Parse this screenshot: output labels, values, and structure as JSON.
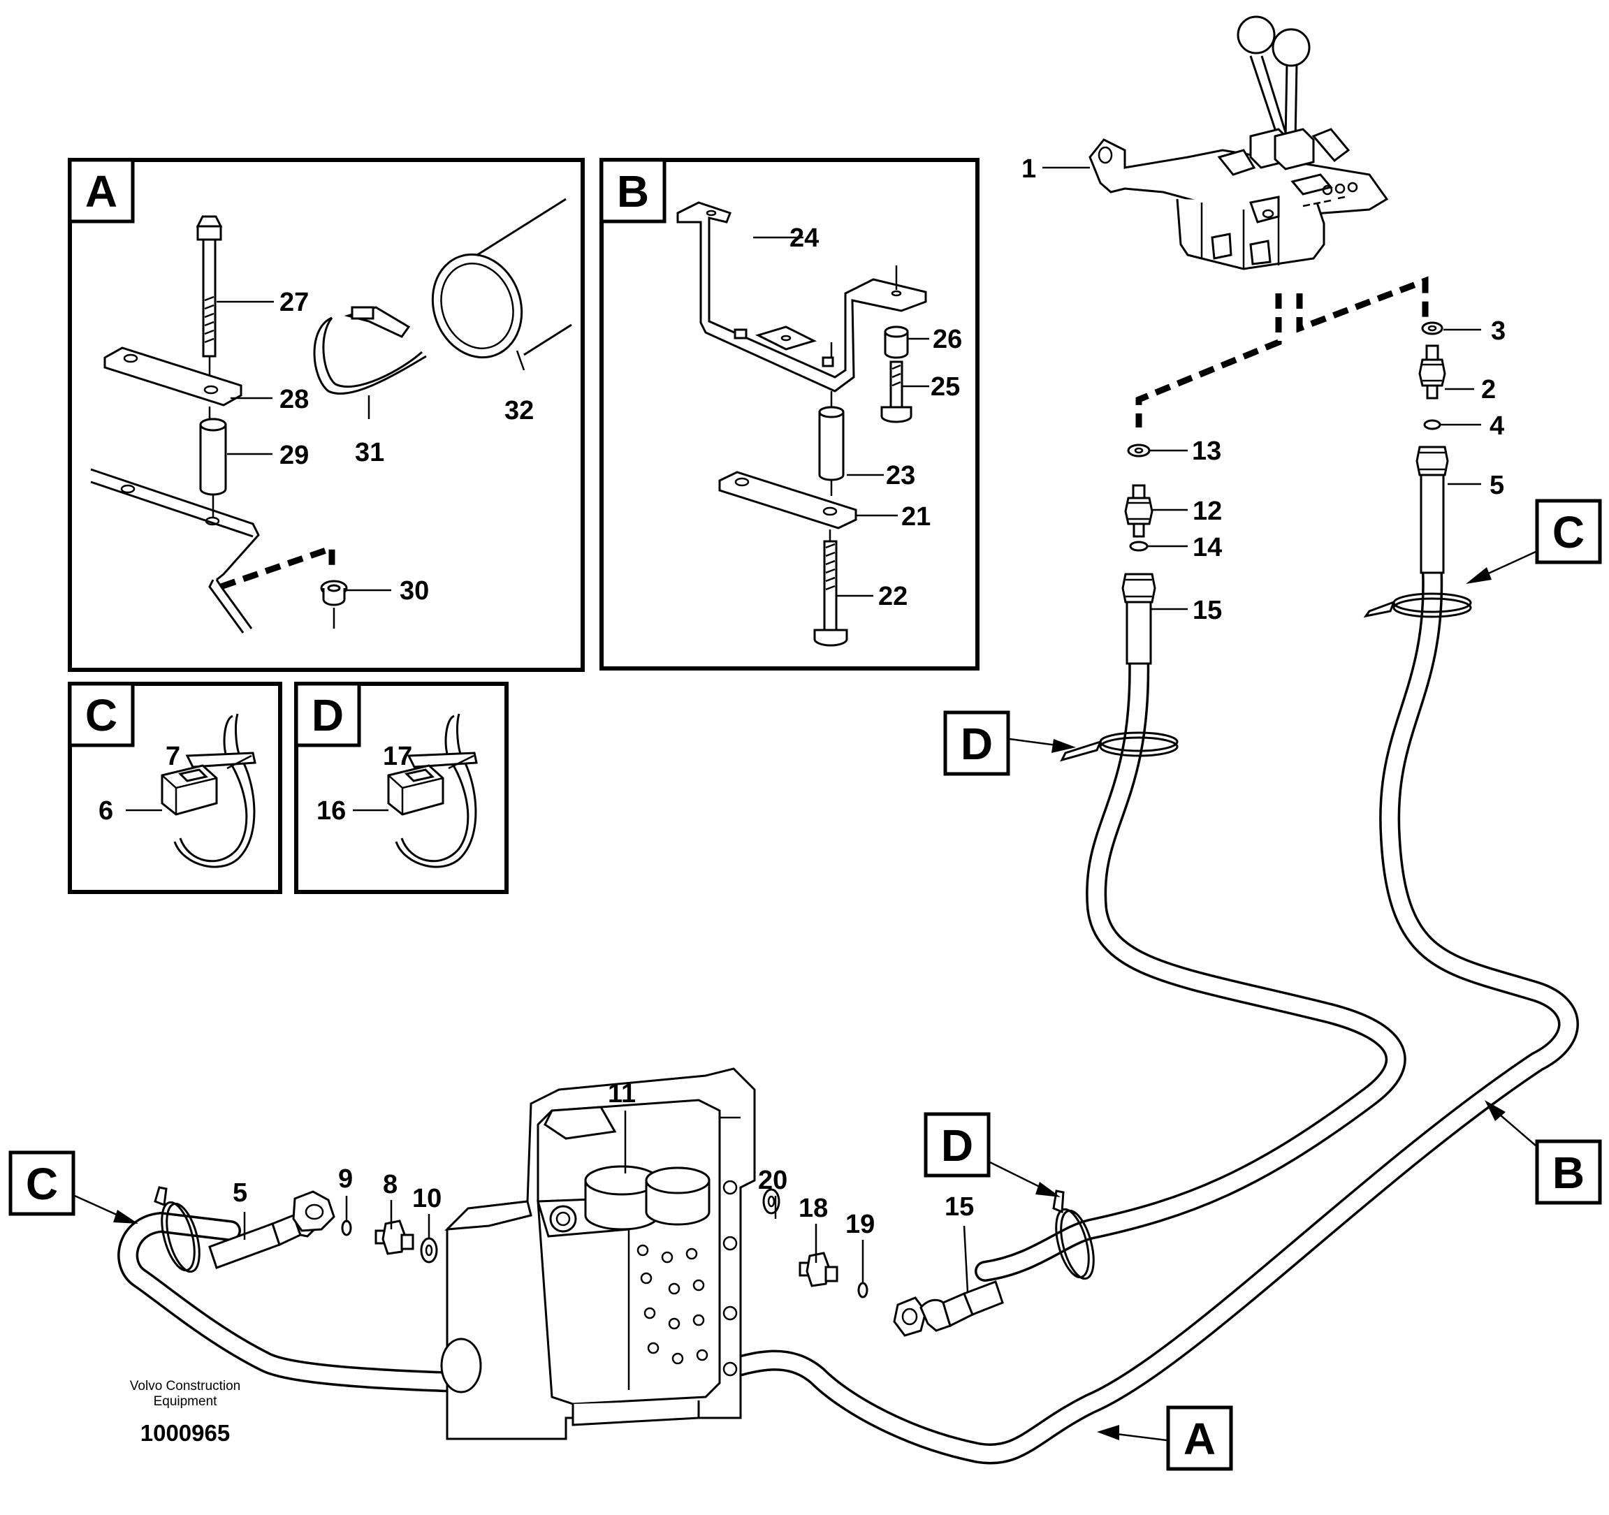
{
  "drawing": {
    "publisher_line1": "Volvo Construction",
    "publisher_line2": "Equipment",
    "document_number": "1000965"
  },
  "detail_views": {
    "a": "A",
    "b": "B",
    "c": "C",
    "d": "D"
  },
  "callouts": {
    "c1": "1",
    "c2": "2",
    "c3": "3",
    "c4": "4",
    "c5": "5",
    "c6": "6",
    "c7": "7",
    "c8": "8",
    "c9": "9",
    "c10": "10",
    "c11": "11",
    "c12": "12",
    "c13": "13",
    "c14": "14",
    "c15": "15",
    "c16": "16",
    "c17": "17",
    "c18": "18",
    "c19": "19",
    "c20": "20",
    "c21": "21",
    "c22": "22",
    "c23": "23",
    "c24": "24",
    "c25": "25",
    "c26": "26",
    "c27": "27",
    "c28": "28",
    "c29": "29",
    "c30": "30",
    "c31": "31",
    "c32": "32"
  },
  "colors": {
    "ink": "#000000",
    "paper": "#ffffff"
  }
}
